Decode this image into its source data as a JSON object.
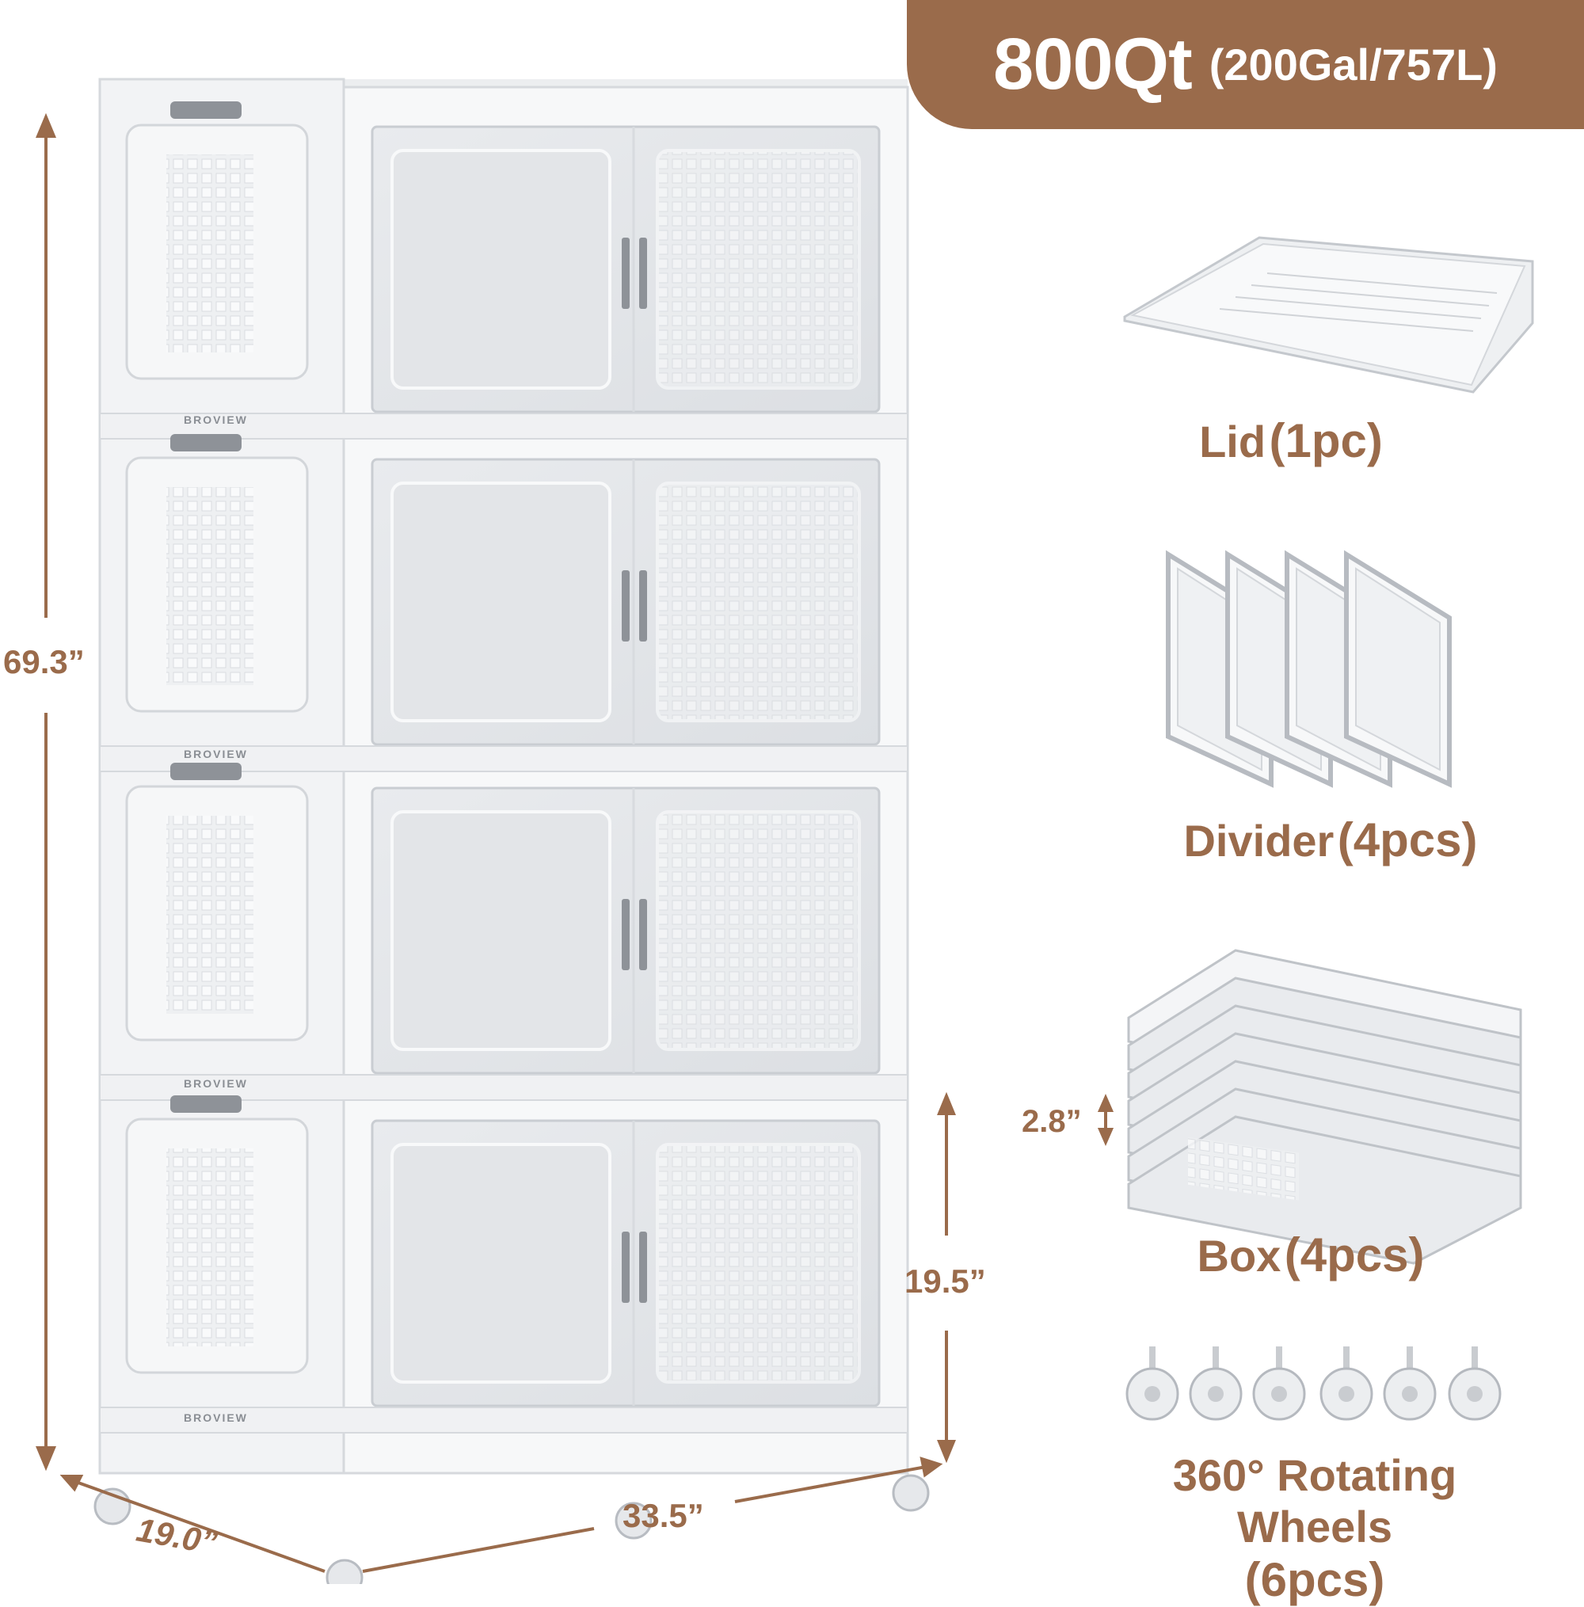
{
  "banner": {
    "capacity": "800Qt",
    "capacity_detail": "(200Gal/757L)"
  },
  "dimensions": {
    "height": "69.3”",
    "depth": "19.0”",
    "width": "33.5”",
    "box_height": "19.5”",
    "folded_height": "2.8”"
  },
  "brand": "BROVIEW",
  "parts": {
    "lid": {
      "name": "Lid",
      "qty": "(1pc)"
    },
    "divider": {
      "name": "Divider",
      "qty": "(4pcs)"
    },
    "box": {
      "name": "Box",
      "qty": "(4pcs)"
    },
    "wheels": {
      "name": "360° Rotating Wheels",
      "qty": "(6pcs)"
    }
  },
  "colors": {
    "accent": "#9a6b4b",
    "product_white": "#f2f3f5",
    "handle_gray": "#8e9298"
  }
}
